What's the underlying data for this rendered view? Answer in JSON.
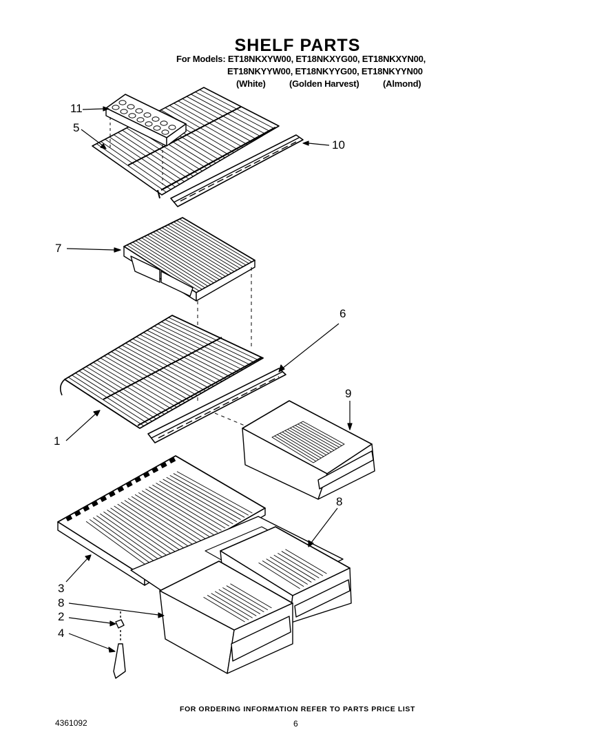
{
  "title": "SHELF PARTS",
  "models": {
    "line1": "For Models: ET18NKXYW00, ET18NKXYG00, ET18NKXYN00,",
    "line2": "ET18NKYYW00,  ET18NKYYG00,  ET18NKYYN00",
    "colors": [
      "(White)",
      "(Golden Harvest)",
      "(Almond)"
    ]
  },
  "callouts": [
    "11",
    "5",
    "10",
    "7",
    "6",
    "9",
    "1",
    "8",
    "3",
    "8",
    "2",
    "4"
  ],
  "footer": "FOR ORDERING INFORMATION REFER TO PARTS PRICE LIST",
  "doc_number": "4361092",
  "page_number": "6"
}
